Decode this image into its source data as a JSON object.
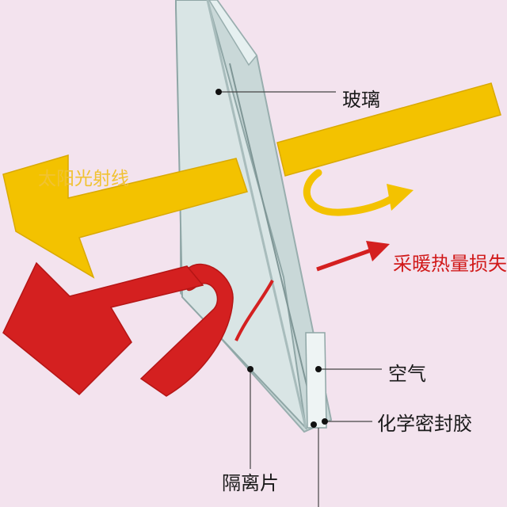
{
  "labels": {
    "glass": "玻璃",
    "sunlight": "太阳光射线",
    "heat_loss": "采暖热量损失",
    "air": "空气",
    "sealant": "化学密封胶",
    "spacer": "隔离片"
  },
  "colors": {
    "background": "#f3e3ee",
    "sun_arrow": "#f3c200",
    "heat_arrow": "#d42020",
    "glass": "#c9d8d8",
    "label_text": "#1a1a1a"
  }
}
